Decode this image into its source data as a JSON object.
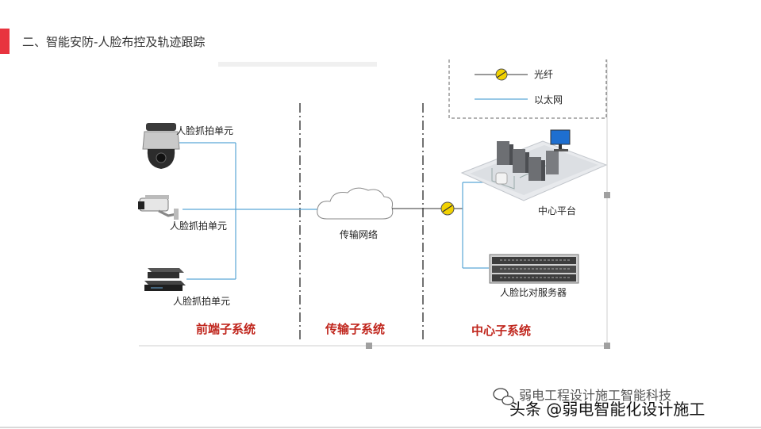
{
  "header": {
    "title": "二、智能安防-人脸布控及轨迹跟踪",
    "accent": "#e8343f"
  },
  "legend": {
    "fiber": "光纤",
    "ethernet": "以太网"
  },
  "front": {
    "unit_1": "人脸抓拍单元",
    "unit_2": "人脸抓拍单元",
    "unit_3": "人脸抓拍单元"
  },
  "transport": {
    "network": "传输网络"
  },
  "center": {
    "platform": "中心平台",
    "server": "人脸比对服务器"
  },
  "sections": {
    "front": "前端子系统",
    "transport": "传输子系统",
    "center": "中心子系统"
  },
  "watermark": {
    "source": "弱电工程设计施工智能科技",
    "toutiao": "头条 @弱电智能化设计施工"
  },
  "colors": {
    "section_text": "#c0261d",
    "link_line": "#5aa6d6",
    "fiber_mark": "#f2d200"
  },
  "icons": [
    "ptz-dome-camera-icon",
    "bullet-camera-icon",
    "nvr-box-icon",
    "cloud-icon",
    "server-cluster-icon",
    "rack-server-icon",
    "fiber-marker-icon",
    "wechat-icon"
  ]
}
